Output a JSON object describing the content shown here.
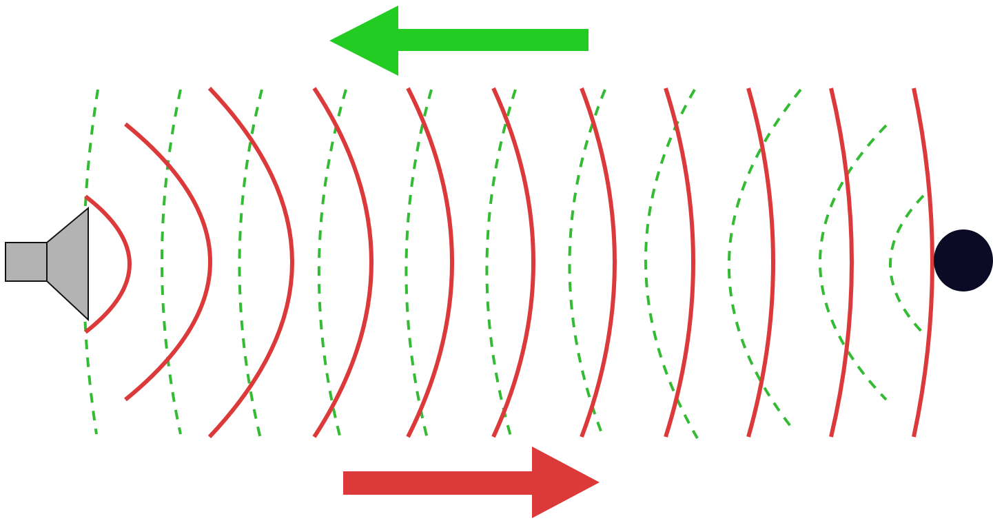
{
  "diagram": {
    "kind": "sound-wave-reflection",
    "source_icon": "speaker-icon",
    "target_icon": "object-dot-icon",
    "colors": {
      "emitted_wave": "#dc3a3a",
      "reflected_wave": "#33bb33",
      "speaker_fill": "#b3b3b3",
      "speaker_stroke": "#111111",
      "target": "#0b0b26",
      "emitted_arrow": "#dc3a3a",
      "reflected_arrow": "#22cc22"
    },
    "emitted_wave_count": 11,
    "reflected_wave_count": 11,
    "emitted_arrow_direction": "right",
    "reflected_arrow_direction": "left"
  }
}
